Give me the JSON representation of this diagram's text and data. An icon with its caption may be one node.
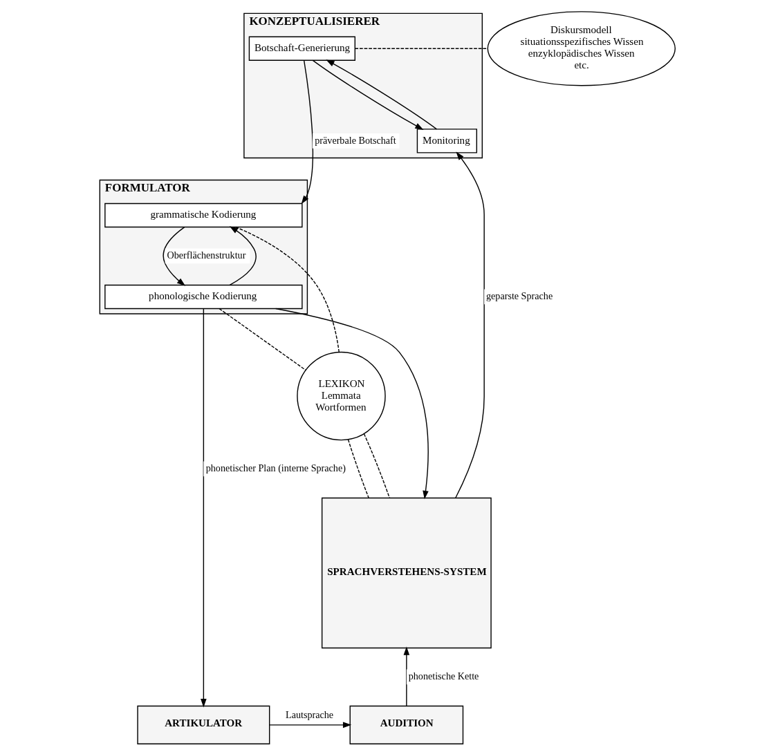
{
  "diagram": {
    "nodes": [
      {
        "text": [
          "KONZEPTUALISIERER"
        ]
      },
      {
        "text": [
          "Botschaft-Generierung"
        ],
        "in": 0
      },
      {
        "text": [
          "Monitoring"
        ],
        "in": 0
      },
      {
        "text": [
          "Diskursmodell",
          "situationsspezifisches Wissen",
          "enzyklopädisches Wissen",
          "etc."
        ]
      },
      {
        "text": [
          "FORMULATOR"
        ]
      },
      {
        "text": [
          "grammatische Kodierung"
        ],
        "in": 4
      },
      {
        "text": [
          "phonologische Kodierung"
        ],
        "in": 4
      },
      {
        "text": [
          "LEXIKON",
          "Lemmata",
          "Wortformen"
        ]
      },
      {
        "text": [
          "SPRACHVERSTEHENS-SYSTEM"
        ]
      },
      {
        "text": [
          "ARTIKULATOR"
        ]
      },
      {
        "text": [
          "AUDITION"
        ]
      }
    ],
    "edges": [
      {
        "from": 1,
        "to": 5,
        "arrow": "to",
        "label": "präverbale Botschaft"
      },
      {
        "from": 1,
        "to": 2,
        "arrow": "to"
      },
      {
        "from": 2,
        "to": 1,
        "arrow": "to"
      },
      {
        "from": 8,
        "to": 2,
        "arrow": "to",
        "label": "geparste Sprache"
      },
      {
        "from": 1,
        "to": 3,
        "arrow": "none",
        "style": "dashed"
      },
      {
        "from": 5,
        "to": 6,
        "arrow": "to",
        "label": "Oberflächenstruktur"
      },
      {
        "from": 6,
        "to": 5,
        "arrow": "to"
      },
      {
        "from": 5,
        "to": 7,
        "arrow": "none",
        "style": "dashed"
      },
      {
        "from": 6,
        "to": 7,
        "arrow": "none",
        "style": "dashed"
      },
      {
        "from": 7,
        "to": 8,
        "arrow": "none",
        "style": "dashed"
      },
      {
        "from": 7,
        "to": 8,
        "arrow": "none",
        "style": "dashed"
      },
      {
        "from": 6,
        "to": 9,
        "arrow": "to",
        "label": "phonetischer Plan (interne Sprache)"
      },
      {
        "from": 6,
        "to": 8,
        "arrow": "to"
      },
      {
        "from": 10,
        "to": 8,
        "arrow": "to",
        "label": "phonetische Kette"
      },
      {
        "from": 9,
        "to": 10,
        "arrow": "to",
        "label": "Lautsprache"
      }
    ]
  }
}
